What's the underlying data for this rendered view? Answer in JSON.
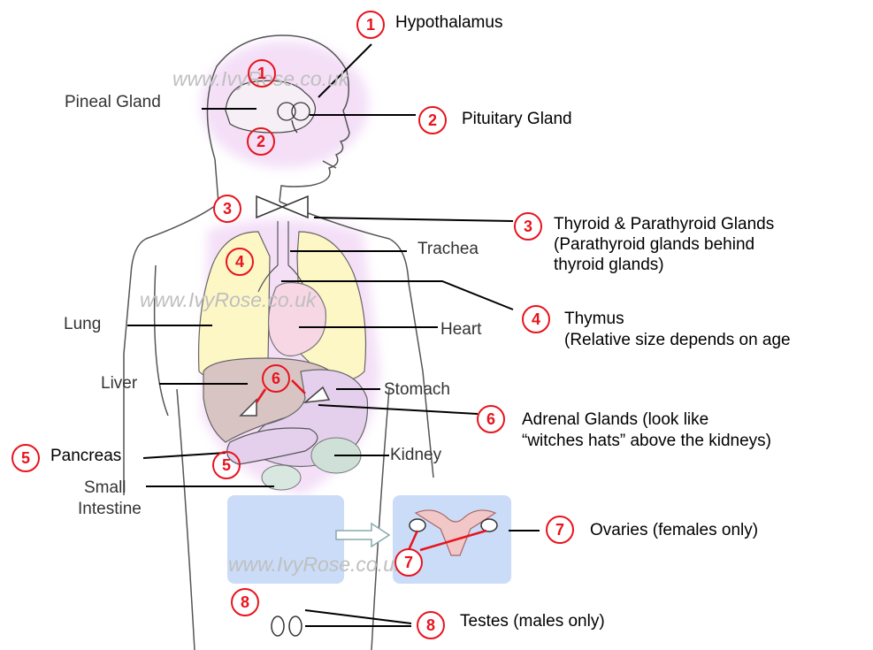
{
  "watermark": "www.IvyRose.co.uk",
  "colors": {
    "marker_red": "#e8141e",
    "lung_fill": "#fdf7c6",
    "liver_fill": "#d9c4c4",
    "stomach_fill": "#e4d0ec",
    "heart_fill": "#f8d7e4",
    "highlight_blue": "#cbdcf8",
    "glow_pink": "#f3dcf7"
  },
  "markers": [
    "1",
    "1",
    "2",
    "2",
    "3",
    "3",
    "4",
    "4",
    "5",
    "5",
    "6",
    "6",
    "7",
    "7",
    "8",
    "8"
  ],
  "labels": {
    "hypothalamus": "Hypothalamus",
    "pineal": "Pineal Gland",
    "pituitary": "Pituitary Gland",
    "thyroid_1": "Thyroid & Parathyroid Glands",
    "thyroid_2": "(Parathyroid glands behind",
    "thyroid_3": "thyroid glands)",
    "trachea": "Trachea",
    "thymus_1": "Thymus",
    "thymus_2": "(Relative size depends on age",
    "lung": "Lung",
    "heart": "Heart",
    "liver": "Liver",
    "stomach": "Stomach",
    "adrenal_1": "Adrenal Glands (look like",
    "adrenal_2": "“witches hats” above the kidneys)",
    "pancreas": "Pancreas",
    "kidney": "Kidney",
    "small_intestine_1": "Small",
    "small_intestine_2": "Intestine",
    "ovaries": "Ovaries (females only)",
    "testes": "Testes (males only)"
  }
}
